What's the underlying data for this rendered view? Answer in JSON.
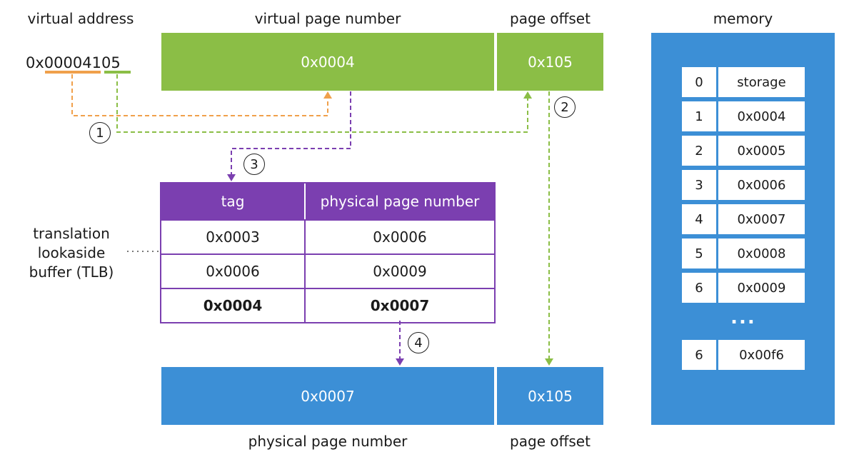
{
  "labels": {
    "virtual_address": "virtual address",
    "virtual_page_number": "virtual page number",
    "page_offset_top": "page offset",
    "memory": "memory",
    "tlb_label_line1": "translation",
    "tlb_label_line2": "lookaside",
    "tlb_label_line3": "buffer (TLB)",
    "physical_page_number_bottom": "physical page number",
    "page_offset_bottom": "page offset"
  },
  "address": {
    "prefix": "0x",
    "vpn_part": "00004",
    "offset_part": "105"
  },
  "virtual": {
    "vpn_value": "0x0004",
    "offset_value": "0x105"
  },
  "physical": {
    "ppn_value": "0x0007",
    "offset_value": "0x105"
  },
  "tlb": {
    "headers": [
      "tag",
      "physical page number"
    ],
    "rows": [
      {
        "tag": "0x0003",
        "ppn": "0x0006",
        "highlight": false
      },
      {
        "tag": "0x0006",
        "ppn": "0x0009",
        "highlight": false
      },
      {
        "tag": "0x0004",
        "ppn": "0x0007",
        "highlight": true
      }
    ]
  },
  "memory": {
    "rows": [
      {
        "index": "0",
        "value": "storage"
      },
      {
        "index": "1",
        "value": "0x0004"
      },
      {
        "index": "2",
        "value": "0x0005"
      },
      {
        "index": "3",
        "value": "0x0006"
      },
      {
        "index": "4",
        "value": "0x0007"
      },
      {
        "index": "5",
        "value": "0x0008"
      },
      {
        "index": "6",
        "value": "0x0009"
      }
    ],
    "ellipsis": "...",
    "last_row": {
      "index": "6",
      "value": "0x00f6"
    }
  },
  "steps": [
    "1",
    "2",
    "3",
    "4"
  ],
  "colors": {
    "green": "#8bbe46",
    "blue": "#3c8fd6",
    "purple": "#7b3fb0",
    "orange": "#f0a04b"
  }
}
